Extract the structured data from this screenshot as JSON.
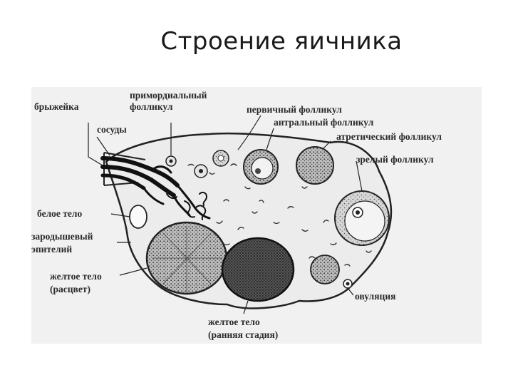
{
  "slide": {
    "title": "Строение яичника"
  },
  "diagram": {
    "labels": {
      "mesentery": "брыжейка",
      "vessels": "сосуды",
      "primordial_1": "примордиальный",
      "primordial_2": "фолликул",
      "primary": "первичный фолликул",
      "antral": "антральный фолликул",
      "atretic": "атретический фолликул",
      "mature": "зрелый фолликул",
      "white_body": "белое тело",
      "germinal_1": "зародышевый",
      "germinal_2": "эпителий",
      "corpus_bloom_1": "желтое тело",
      "corpus_bloom_2": "(расцвет)",
      "ovulation": "овуляция",
      "corpus_early_1": "желтое тело",
      "corpus_early_2": "(ранняя стадия)"
    },
    "colors": {
      "ink": "#222222",
      "panel": "#f1f1f1",
      "ovary_fill": "#ececec"
    }
  }
}
